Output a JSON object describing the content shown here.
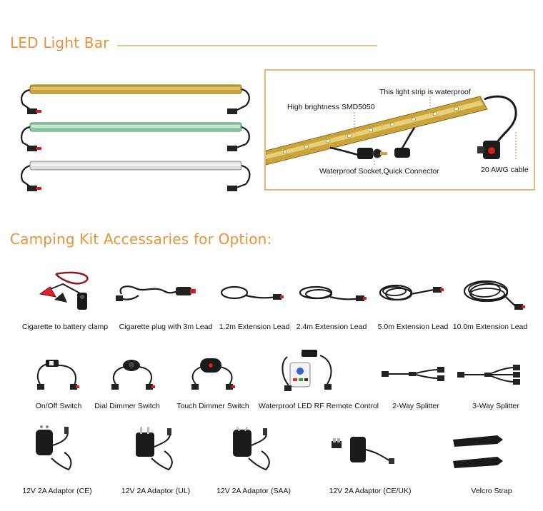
{
  "sections": {
    "led_title": "LED Light Bar",
    "accessories_title": "Camping Kit Accessaries for Option:"
  },
  "detail": {
    "waterproof_note": "This light strip is waterproof",
    "brightness_note": "High brightness  SMD5050",
    "socket_note": "Waterproof Socket,Quick Connector",
    "cable_note": "20 AWG  cable"
  },
  "colors": {
    "accent": "#e8923a",
    "bar_gold": "#c9a43c",
    "bar_green": "#8fc9a6",
    "bar_white": "#d8dcd8",
    "cable": "#1a1a1a"
  },
  "accessories": {
    "row1": [
      "Cigarette to battery clamp",
      "Cigarette plug with 3m Lead",
      "1.2m Extension Lead",
      "2.4m Extension Lead",
      "5.0m Extension Lead",
      "10.0m Extension Lead"
    ],
    "row2": [
      "On/Off Switch",
      "Dial Dimmer Switch",
      "Touch Dimmer Switch",
      "Waterproof LED RF Remote Control",
      "2-Way Splitter",
      "3-Way Splitter"
    ],
    "row3": [
      "12V 2A Adaptor (CE)",
      "12V 2A Adaptor (UL)",
      "12V 2A  Adaptor (SAA)",
      "12V 2A  Adaptor (CE/UK)",
      "Velcro Strap"
    ]
  }
}
